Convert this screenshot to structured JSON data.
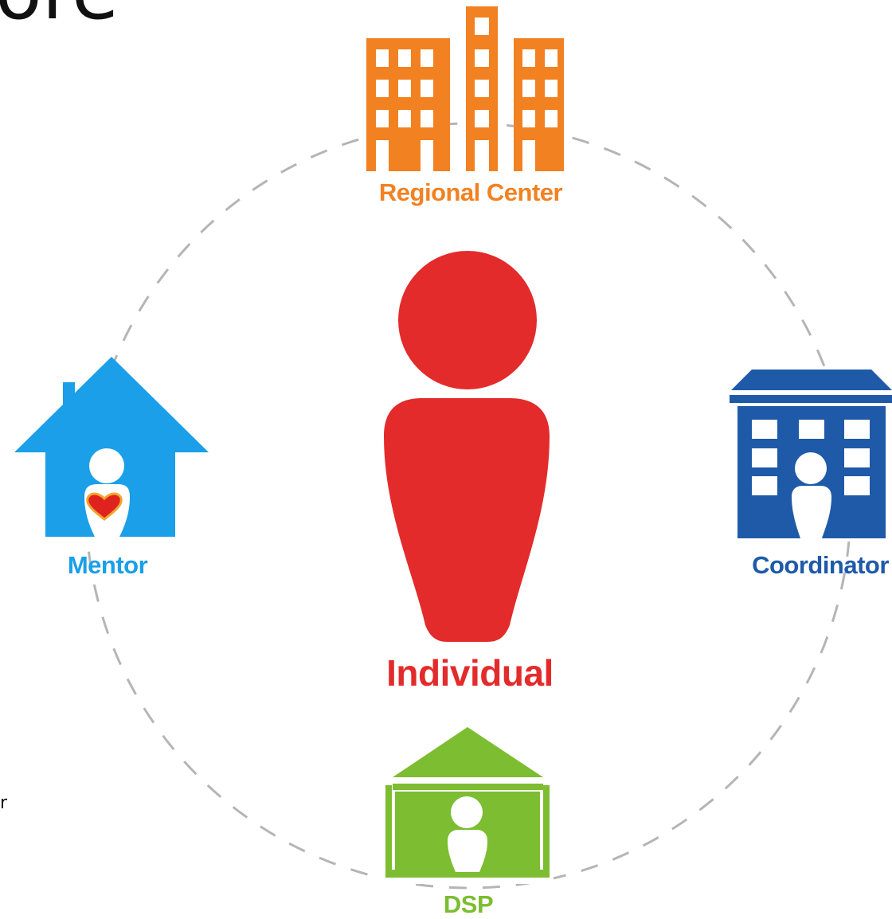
{
  "colors": {
    "regional_center": "#f28121",
    "individual": "#e32b2b",
    "mentor": "#1a9fe8",
    "coordinator": "#1e5aa8",
    "dsp": "#7cbd31",
    "heart": "#e0221f",
    "heart_outline": "#f3a530",
    "circle_stroke": "#b5b5b5"
  },
  "icons": {
    "regional_center": "office-buildings-icon",
    "individual": "person-icon",
    "mentor": "house-with-heart-icon",
    "coordinator": "institution-building-icon",
    "dsp": "home-with-person-icon"
  },
  "labels": {
    "regional_center": "Regional Center",
    "individual": "Individual",
    "mentor": "Mentor",
    "coordinator": "Coordinator",
    "dsp": "DSP"
  },
  "fragments": {
    "top_left": "ore",
    "bottom_left": "r"
  }
}
